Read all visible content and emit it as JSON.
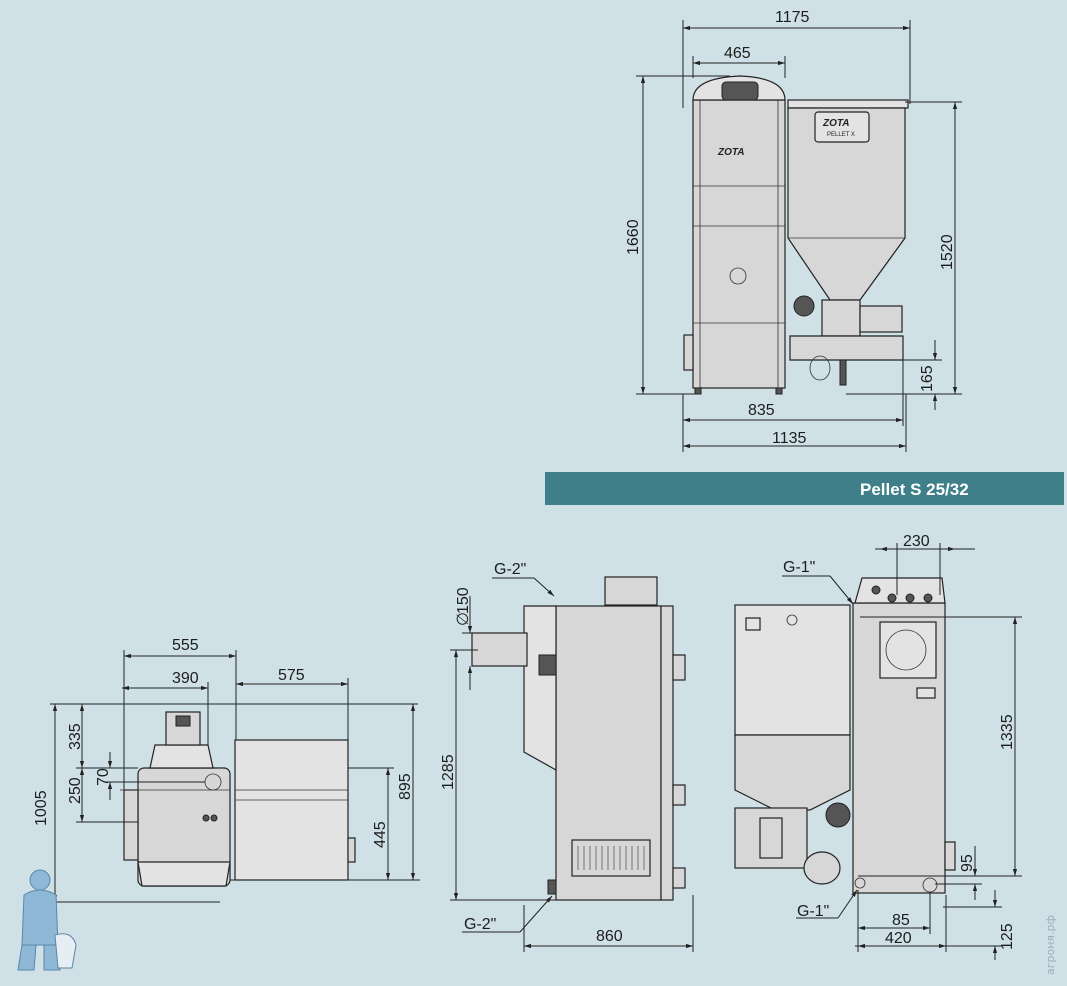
{
  "banner": {
    "title": "Pellet S 25/32",
    "color": "#3f7f89"
  },
  "background": "#cfe0e6",
  "brand_logo": "ZOTA",
  "hopper_badge": {
    "brand": "ZOTA",
    "model": "PELLET X"
  },
  "watermark": "агроня.рф",
  "mascot_icon": "plumber-mascot-icon",
  "top_view": {
    "dims": {
      "overall_width": "1175",
      "boiler_width": "465",
      "height_boiler": "1660",
      "height_hopper": "1520",
      "auger_height": "165",
      "base_width": "835",
      "total_base": "1135"
    }
  },
  "side_view": {
    "dims": {
      "d_555": "555",
      "d_390": "390",
      "d_575": "575",
      "d_335": "335",
      "d_250": "250",
      "d_70": "70",
      "d_1005": "1005",
      "d_895": "895",
      "d_445": "445"
    }
  },
  "front_view": {
    "dims": {
      "diameter": "150",
      "height": "1285",
      "depth": "860"
    },
    "labels": {
      "top_conn": "G-2\"",
      "bottom_conn": "G-2\""
    }
  },
  "rear_view": {
    "dims": {
      "d_230": "230",
      "d_1335": "1335",
      "d_95": "95",
      "d_85": "85",
      "d_420": "420",
      "d_125": "125"
    },
    "labels": {
      "top_conn": "G-1\"",
      "bottom_conn": "G-1\""
    }
  }
}
